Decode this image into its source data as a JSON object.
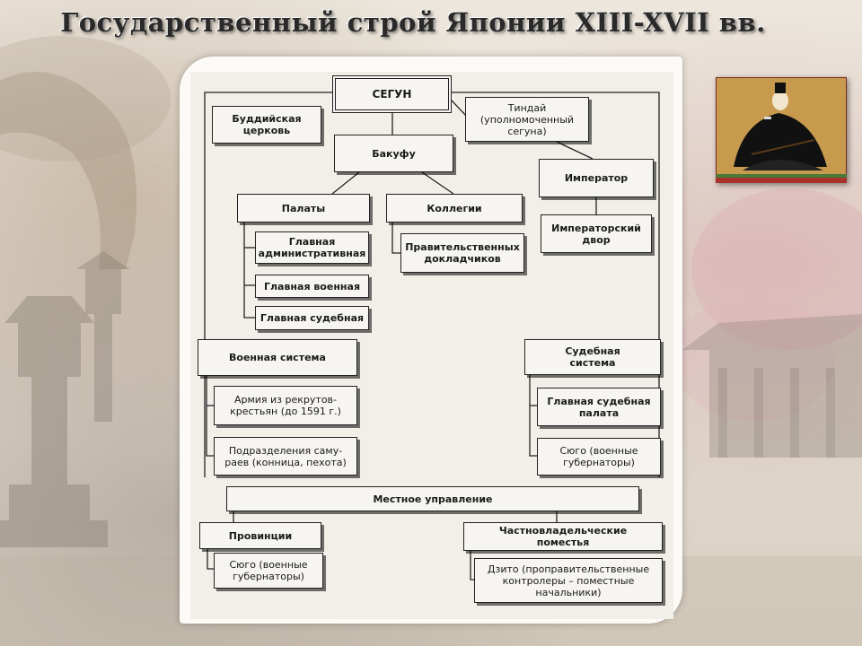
{
  "slide": {
    "title": "Государственный строй Японии XIII-XVII вв."
  },
  "diagram": {
    "segun": "СЕГУН",
    "buddhist_church": "Буддийская\nцерковь",
    "tinday": "Тиндай\n(уполномоченный\nсегуна)",
    "bakufu": "Бакуфу",
    "emperor": "Император",
    "palaty": "Палаты",
    "kollegii": "Коллегии",
    "imperial_court": "Императорский\nдвор",
    "main_admin": "Главная\nадминистративная",
    "main_military": "Главная военная",
    "main_judicial": "Главная судебная",
    "gov_reporters": "Правительственных\nдокладчиков",
    "military_system": "Военная система",
    "judicial_system": "Судебная\nсистема",
    "army": "Армия из рекрутов-\nкрестьян (до 1591 г.)",
    "samurai_units": "Подразделения саму-\nраев (конница, пехота)",
    "main_judicial_chamber": "Главная судебная\nпалата",
    "syuo_judicial": "Сюго (военные\nгубернаторы)",
    "local_government": "Местное управление",
    "provinces": "Провинции",
    "private_estates": "Частновладельческие\nпоместья",
    "syuo_provinces": "Сюго (военные\nгубернаторы)",
    "dzito": "Дзито (проправительственные\nконтролеры – поместные\nначальники)"
  },
  "portrait": {
    "icon": "shogun-portrait"
  }
}
